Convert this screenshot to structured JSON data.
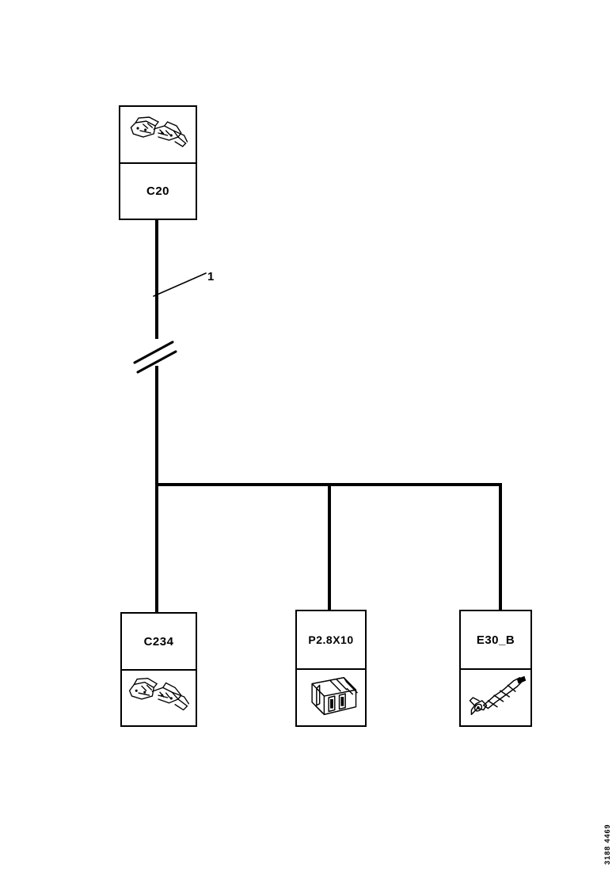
{
  "diagram": {
    "type": "wiring-connector-diagram",
    "background_color": "#ffffff",
    "line_color": "#000000",
    "sheet_code": "3188 4469",
    "callout": {
      "number": "1",
      "meaning": "wire-break-reference"
    },
    "nodes": [
      {
        "id": "source",
        "label": "C20",
        "position": "top",
        "label_cell": "bottom",
        "art_cell": "top",
        "art": "inline-connector-pictogram"
      },
      {
        "id": "branch-left",
        "label": "C234",
        "position": "bottom-left",
        "label_cell": "top",
        "art_cell": "bottom",
        "art": "inline-connector-pictogram"
      },
      {
        "id": "branch-middle",
        "label": "P2.8X10",
        "position": "bottom-middle",
        "label_cell": "top",
        "art_cell": "bottom",
        "art": "block-connector-pictogram"
      },
      {
        "id": "branch-right",
        "label": "E30_B",
        "position": "bottom-right",
        "label_cell": "top",
        "art_cell": "bottom",
        "art": "eyelet-terminal-pictogram"
      }
    ],
    "connections": [
      {
        "from": "source",
        "to": "bus",
        "style": "vertical-with-break"
      },
      {
        "from": "bus",
        "to": "branch-left",
        "style": "vertical"
      },
      {
        "from": "bus",
        "to": "branch-middle",
        "style": "vertical"
      },
      {
        "from": "bus",
        "to": "branch-right",
        "style": "vertical"
      }
    ]
  }
}
